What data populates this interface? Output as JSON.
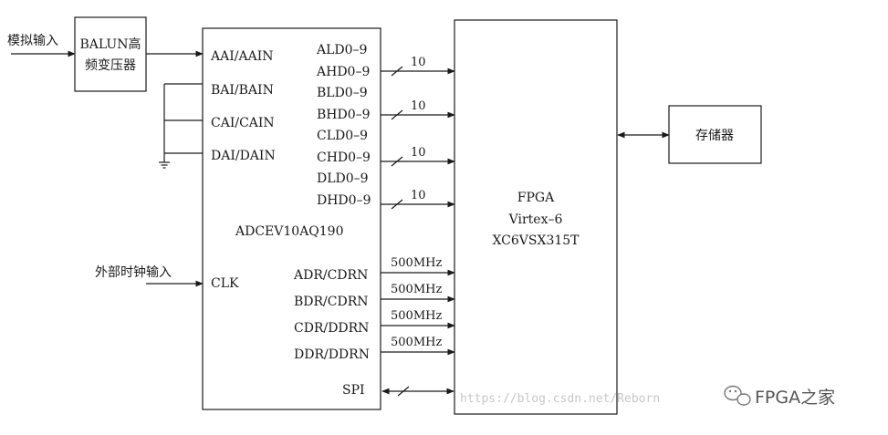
{
  "inputs": {
    "analog": "模拟输入",
    "ext_clock": "外部时钟输入"
  },
  "balun": {
    "line1": "BALUN高",
    "line2": "频变压器"
  },
  "adc": {
    "name": "ADCEV10AQ190",
    "left_ports": [
      "AAI/AAIN",
      "BAI/BAIN",
      "CAI/CAIN",
      "DAI/DAIN"
    ],
    "clk_port": "CLK",
    "data_ports": [
      "ALD0–9",
      "AHD0–9",
      "BLD0–9",
      "BHD0–9",
      "CLD0–9",
      "CHD0–9",
      "DLD0–9",
      "DHD0–9"
    ],
    "clock_ports": [
      "ADR/CDRN",
      "BDR/CDRN",
      "CDR/DDRN",
      "DDR/DDRN"
    ],
    "spi_port": "SPI"
  },
  "bus_labels": [
    "10",
    "10",
    "10",
    "10"
  ],
  "clock_labels": [
    "500MHz",
    "500MHz",
    "500MHz",
    "500MHz"
  ],
  "fpga": {
    "line1": "FPGA",
    "line2": "Virtex–6",
    "line3": "XC6VSX315T"
  },
  "memory": {
    "label": "存储器"
  },
  "watermark": {
    "url": "https://blog.csdn.net/Reborn",
    "brand": "FPGA之家"
  }
}
